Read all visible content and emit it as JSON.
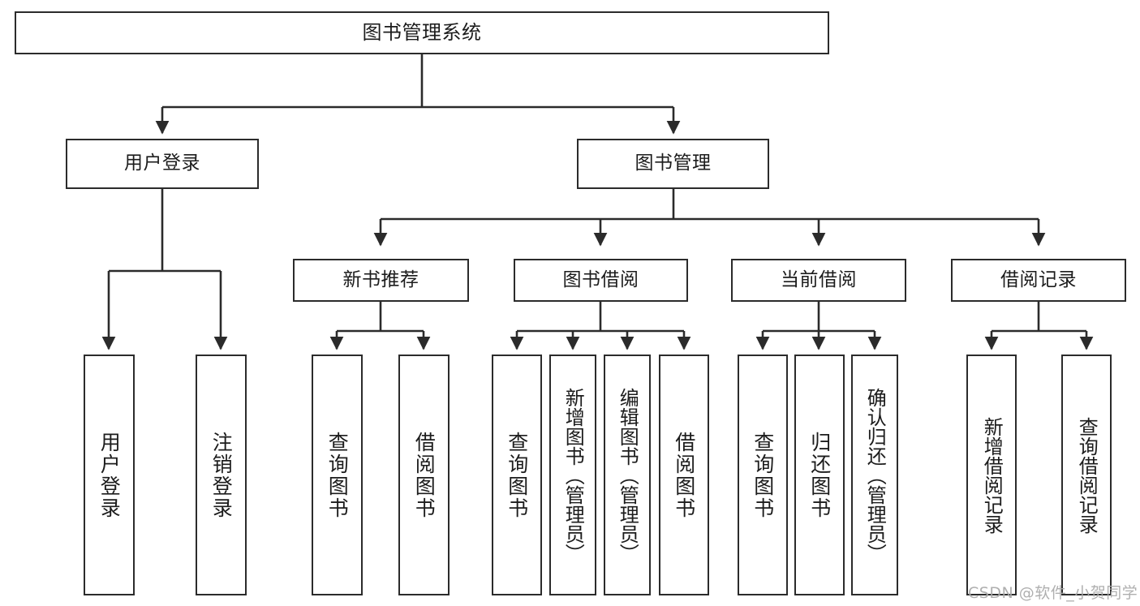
{
  "diagram": {
    "title": "图书管理系统",
    "type": "hierarchy-tree",
    "root": {
      "label": "图书管理系统"
    },
    "level2": [
      {
        "label": "用户登录"
      },
      {
        "label": "图书管理"
      }
    ],
    "level3": [
      {
        "label": "新书推荐"
      },
      {
        "label": "图书借阅"
      },
      {
        "label": "当前借阅"
      },
      {
        "label": "借阅记录"
      }
    ],
    "leaves": {
      "user_login": [
        {
          "label": "用户登录"
        },
        {
          "label": "注销登录"
        }
      ],
      "new_book_recommend": [
        {
          "label": "查询图书"
        },
        {
          "label": "借阅图书"
        }
      ],
      "book_borrow": [
        {
          "label": "查询图书"
        },
        {
          "label": "新增图书（管理员）"
        },
        {
          "label": "编辑图书（管理员）"
        },
        {
          "label": "借阅图书"
        }
      ],
      "current_borrow": [
        {
          "label": "查询图书"
        },
        {
          "label": "归还图书"
        },
        {
          "label": "确认归还（管理员）"
        }
      ],
      "borrow_record": [
        {
          "label": "新增借阅记录"
        },
        {
          "label": "查询借阅记录"
        }
      ]
    }
  },
  "watermark": {
    "text": "CSDN @软件_小贺同学"
  },
  "colors": {
    "stroke": "#2b2b2b",
    "background": "#ffffff",
    "text": "#1c1c1c",
    "watermark": "#a9a9a9"
  }
}
